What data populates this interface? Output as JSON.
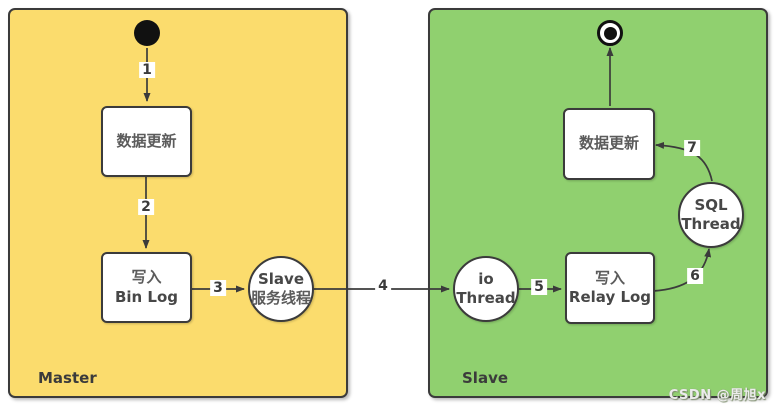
{
  "panels": {
    "master": {
      "label": "Master",
      "bg_color": "#FBDC6D"
    },
    "slave": {
      "label": "Slave",
      "bg_color": "#90D06F"
    }
  },
  "nodes": {
    "start": {
      "type": "initial-node"
    },
    "master_data_update": {
      "line1": "数据更新"
    },
    "master_bin_log": {
      "line1": "写入",
      "line2": "Bin Log"
    },
    "master_slave_service_thread": {
      "line1": "Slave",
      "line2": "服务线程"
    },
    "slave_io_thread": {
      "line1": "io",
      "line2": "Thread"
    },
    "slave_relay_log": {
      "line1": "写入",
      "line2": "Relay Log"
    },
    "slave_sql_thread": {
      "line1": "SQL",
      "line2": "Thread"
    },
    "slave_data_update": {
      "line1": "数据更新"
    },
    "end": {
      "type": "final-node"
    }
  },
  "edges": {
    "e1": {
      "label": "1",
      "from": "start",
      "to": "master_data_update"
    },
    "e2": {
      "label": "2",
      "from": "master_data_update",
      "to": "master_bin_log"
    },
    "e3": {
      "label": "3",
      "from": "master_bin_log",
      "to": "master_slave_service_thread"
    },
    "e4": {
      "label": "4",
      "from": "master_slave_service_thread",
      "to": "slave_io_thread"
    },
    "e5": {
      "label": "5",
      "from": "slave_io_thread",
      "to": "slave_relay_log"
    },
    "e6": {
      "label": "6",
      "from": "slave_relay_log",
      "to": "slave_sql_thread"
    },
    "e7": {
      "label": "7",
      "from": "slave_sql_thread",
      "to": "slave_data_update"
    },
    "e8": {
      "label": "",
      "from": "slave_data_update",
      "to": "end"
    }
  },
  "watermark": "CSDN @周旭x",
  "colors": {
    "outline": "#3b3b3b",
    "node_fill": "#ffffff",
    "master_bg": "#FBDC6D",
    "slave_bg": "#90D06F"
  }
}
